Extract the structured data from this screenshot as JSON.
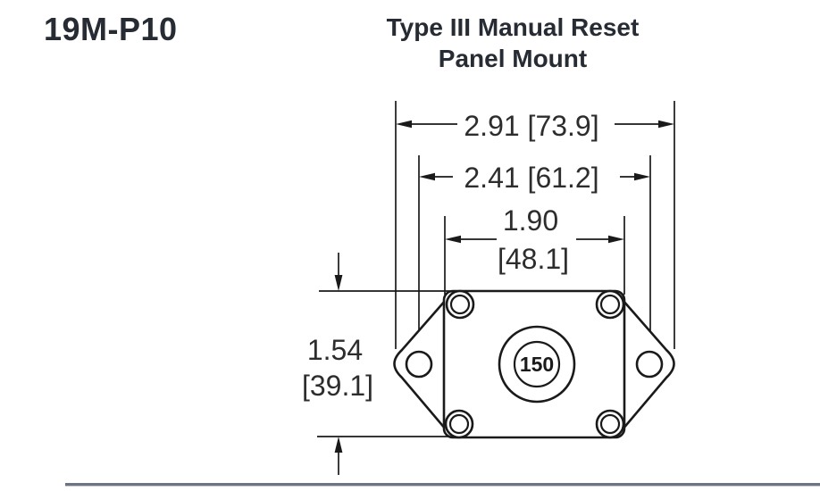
{
  "header": {
    "part_number": "19M-P10",
    "title_line1": "Type III Manual Reset",
    "title_line2": "Panel Mount"
  },
  "drawing": {
    "dim_overall_width": "2.91 [73.9]",
    "dim_mount_hole_spacing": "2.41 [61.2]",
    "dim_body_width_in": "1.90",
    "dim_body_width_mm": "[48.1]",
    "dim_body_height_in": "1.54",
    "dim_body_height_mm": "[39.1]",
    "amp_rating": "150",
    "colors": {
      "line": "#1a1a1a",
      "dim_text": "#2d2d2d",
      "title_text": "#272b33",
      "footer_rule": "#6c7383"
    }
  }
}
